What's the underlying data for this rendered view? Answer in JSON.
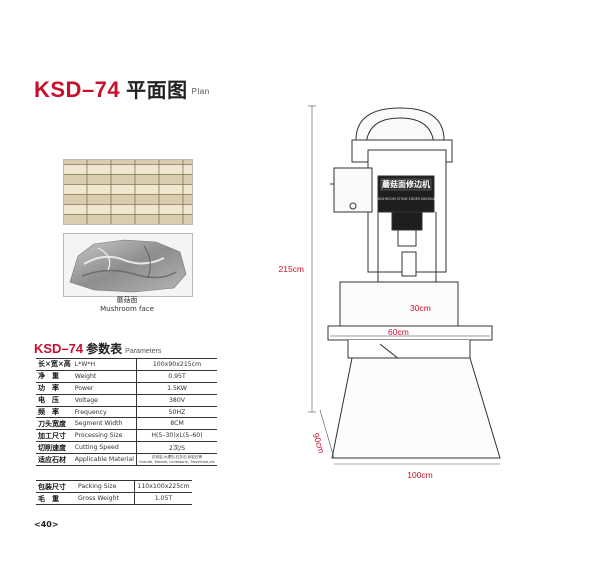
{
  "header": {
    "model": "KSD–74",
    "title_cn": "平面图",
    "title_en": "Plan"
  },
  "photos": {
    "caption_cn": "蘑菇面",
    "caption_en": "Mushroom face"
  },
  "params": {
    "model": "KSD–74",
    "title_cn": "参数表",
    "title_en": "Parameters",
    "rows": [
      {
        "cn": "长×宽×高",
        "en": "L*W*H",
        "value": "100x90x215cm"
      },
      {
        "cn": "净　重",
        "en": "Weight",
        "value": "0.95T"
      },
      {
        "cn": "功　率",
        "en": "Power",
        "value": "1.5KW"
      },
      {
        "cn": "电　压",
        "en": "Voltage",
        "value": "380V"
      },
      {
        "cn": "频　率",
        "en": "Frequency",
        "value": "50HZ"
      },
      {
        "cn": "刀头宽度",
        "en": "Segment Width",
        "value": "8CM"
      },
      {
        "cn": "加工尺寸",
        "en": "Processing Size",
        "value": "H(5–30)xL(5–60)"
      },
      {
        "cn": "切削速度",
        "en": "Cutting Speed",
        "value": "2次/S"
      },
      {
        "cn": "适应石材",
        "en": "Applicable Material",
        "value": "花岗岩,大理石,石灰石,砂岩石等",
        "value2": "Granite, Marble, Limestone, Travertine,etc"
      }
    ],
    "rows2": [
      {
        "cn": "包装尺寸",
        "en": "Packing Size",
        "value": "110x100x225cm"
      },
      {
        "cn": "毛　重",
        "en": "Gross Weight",
        "value": "1.05T"
      }
    ]
  },
  "machine": {
    "panel_label": "蘑菇面修边机",
    "panel_sub": "MUSHROOM STONE EDGER MACHINE",
    "dims": {
      "height": "215cm",
      "cut_h": "30cm",
      "cut_w": "60cm",
      "depth": "90cm",
      "width": "100cm"
    }
  },
  "page": "<40>",
  "colors": {
    "accent": "#c8102e"
  }
}
